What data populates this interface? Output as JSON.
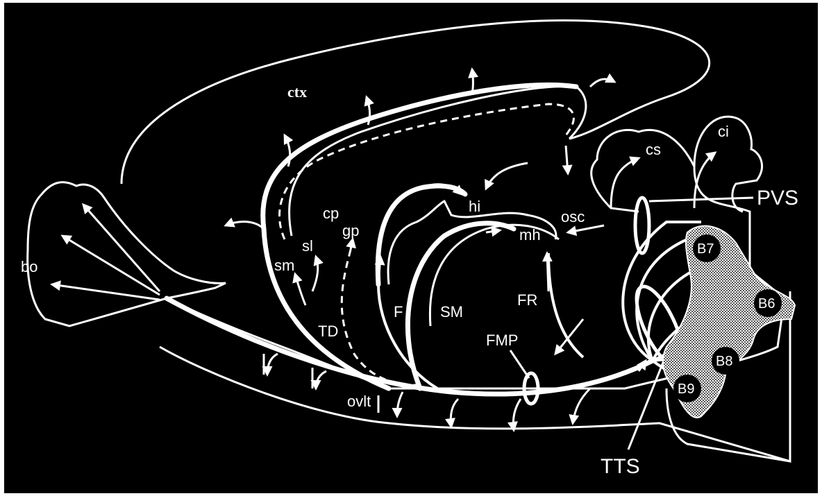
{
  "colors": {
    "background": "#000000",
    "frame": "#ffffff",
    "stroke": "#ffffff",
    "nucleus_fill": "#9a9a9a"
  },
  "labels": {
    "ctx": "ctx",
    "cs": "cs",
    "ci": "ci",
    "pvs": "PVS",
    "cp": "cp",
    "gp": "gp",
    "hi": "hi",
    "osc": "osc",
    "mh": "mh",
    "sl": "sl",
    "sm": "sm",
    "bo": "bo",
    "td": "TD",
    "f": "F",
    "sm_upper": "SM",
    "fr": "FR",
    "fmp": "FMP",
    "ovlt": "ovlt",
    "tts": "TTS"
  },
  "nuclei": {
    "b7": "B7",
    "b6": "B6",
    "b8": "B8",
    "b9": "B9"
  }
}
